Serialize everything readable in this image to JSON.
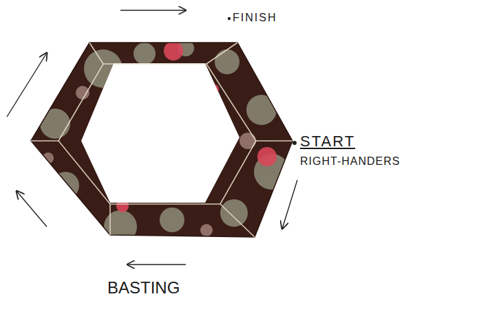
{
  "diagram": {
    "labels": [
      "FINISH",
      "START",
      "RIGHT-HANDERS",
      "BASTING"
    ]
  }
}
